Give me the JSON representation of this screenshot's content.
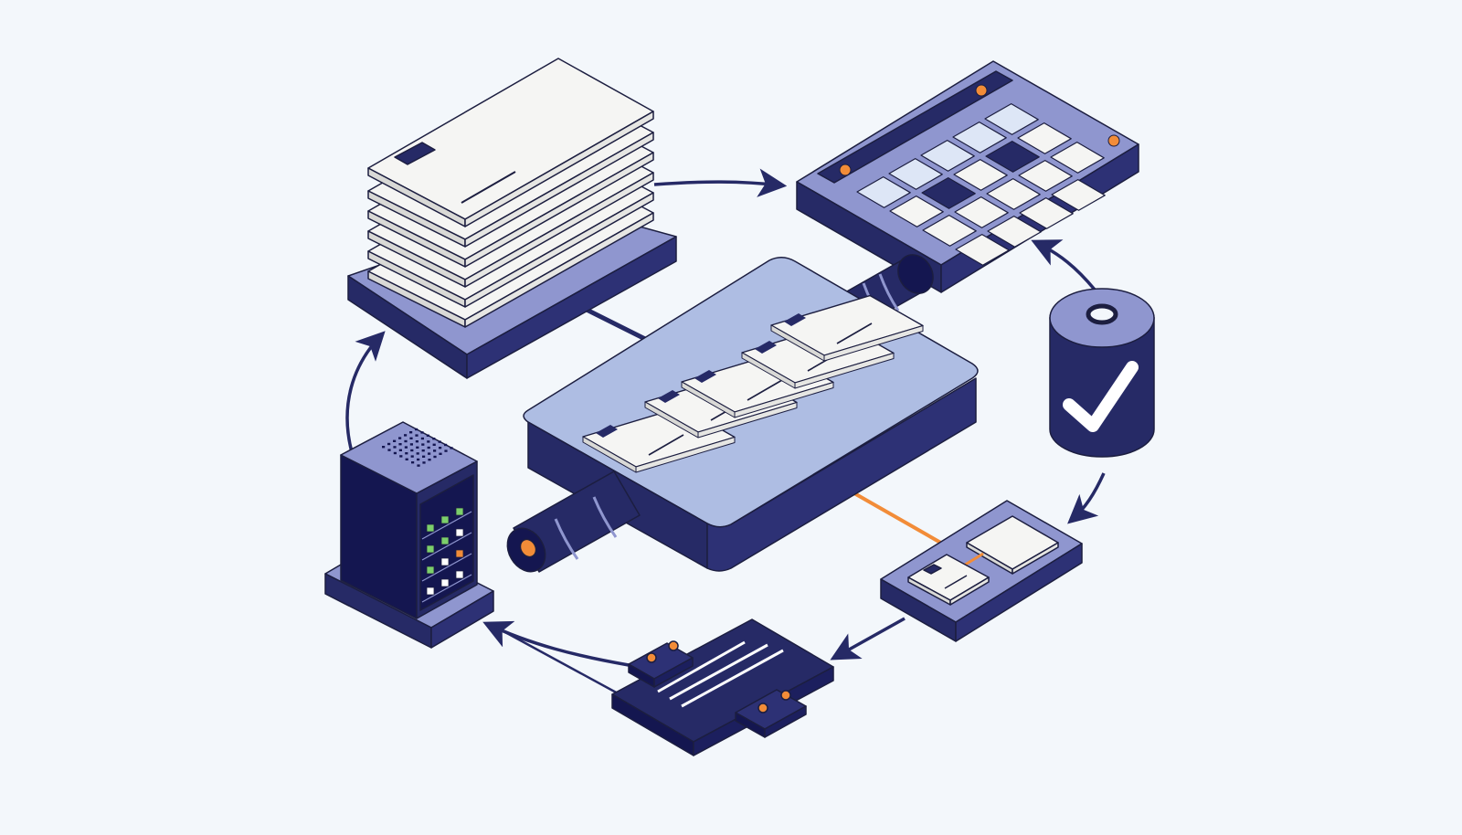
{
  "colors": {
    "background": "#f3f7fb",
    "navy": "#262a66",
    "navy_dark": "#141650",
    "navy_side": "#2d3175",
    "lavender": "#8f96cf",
    "light_blue": "#aebde3",
    "paper": "#f5f5f3",
    "paper_edge": "#d9d9d6",
    "outline": "#1c1e40",
    "accent_orange": "#f28c38",
    "led_green": "#7ccf6b",
    "tile_pale": "#dde6f6"
  },
  "components": [
    {
      "id": "document-stack",
      "icon": "document-stack-icon"
    },
    {
      "id": "spreadsheet-panel",
      "icon": "spreadsheet-icon"
    },
    {
      "id": "central-tray",
      "icon": "document-tray-icon"
    },
    {
      "id": "validation-capsule",
      "icon": "checkmark-icon"
    },
    {
      "id": "dual-card-module",
      "icon": "card-reader-icon"
    },
    {
      "id": "stripe-board",
      "icon": "printer-icon"
    },
    {
      "id": "server-tower",
      "icon": "server-icon"
    }
  ],
  "flow": [
    {
      "from": "document-stack",
      "to": "spreadsheet-panel"
    },
    {
      "from": "validation-capsule",
      "to": "spreadsheet-panel"
    },
    {
      "from": "validation-capsule",
      "to": "dual-card-module"
    },
    {
      "from": "dual-card-module",
      "to": "stripe-board"
    },
    {
      "from": "stripe-board",
      "to": "server-tower"
    },
    {
      "from": "server-tower",
      "to": "document-stack"
    }
  ]
}
